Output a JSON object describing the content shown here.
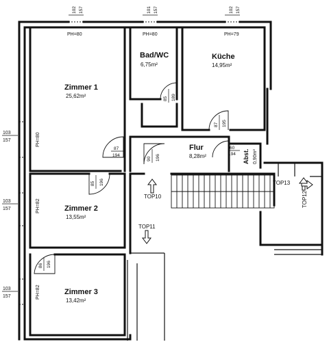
{
  "rooms": {
    "zimmer1": {
      "name": "Zimmer 1",
      "area": "25,62m²"
    },
    "badwc": {
      "name": "Bad/WC",
      "area": "6,75m²"
    },
    "kueche": {
      "name": "Küche",
      "area": "14,95m²"
    },
    "flur": {
      "name": "Flur",
      "area": "8,28m²"
    },
    "abst": {
      "name": "Abst.",
      "area": "0,90m²"
    },
    "zimmer2": {
      "name": "Zimmer 2",
      "area": "13,55m²"
    },
    "zimmer3": {
      "name": "Zimmer 3",
      "area": "13,42m²"
    }
  },
  "windows": {
    "top_zimmer1": {
      "w": "102",
      "h": "157",
      "ph": "PH=80"
    },
    "top_bad": {
      "w": "101",
      "h": "157",
      "ph": "PH=80"
    },
    "top_kueche": {
      "w": "102",
      "h": "157",
      "ph": "PH=79"
    },
    "left_zimmer1": {
      "w": "103",
      "h": "157",
      "ph": "PH=80"
    },
    "left_zimmer2": {
      "w": "103",
      "h": "157",
      "ph": "PH=82"
    },
    "left_zimmer3": {
      "w": "103",
      "h": "157",
      "ph": "PH=82"
    }
  },
  "doors": {
    "bad": {
      "w": "85",
      "h": "189"
    },
    "kueche": {
      "w": "87",
      "h": "195"
    },
    "zimmer1": {
      "w": "87",
      "h": "194"
    },
    "flur": {
      "w": "90",
      "h": "196"
    },
    "abst": {
      "w": "60",
      "h": "194"
    },
    "zimmer2": {
      "w": "85",
      "h": "196"
    },
    "zimmer3": {
      "w": "86",
      "h": "196"
    }
  },
  "tops": {
    "top10": "TOP10",
    "top11": "TOP11",
    "top12": "TOP12",
    "top13": "TOP13"
  }
}
